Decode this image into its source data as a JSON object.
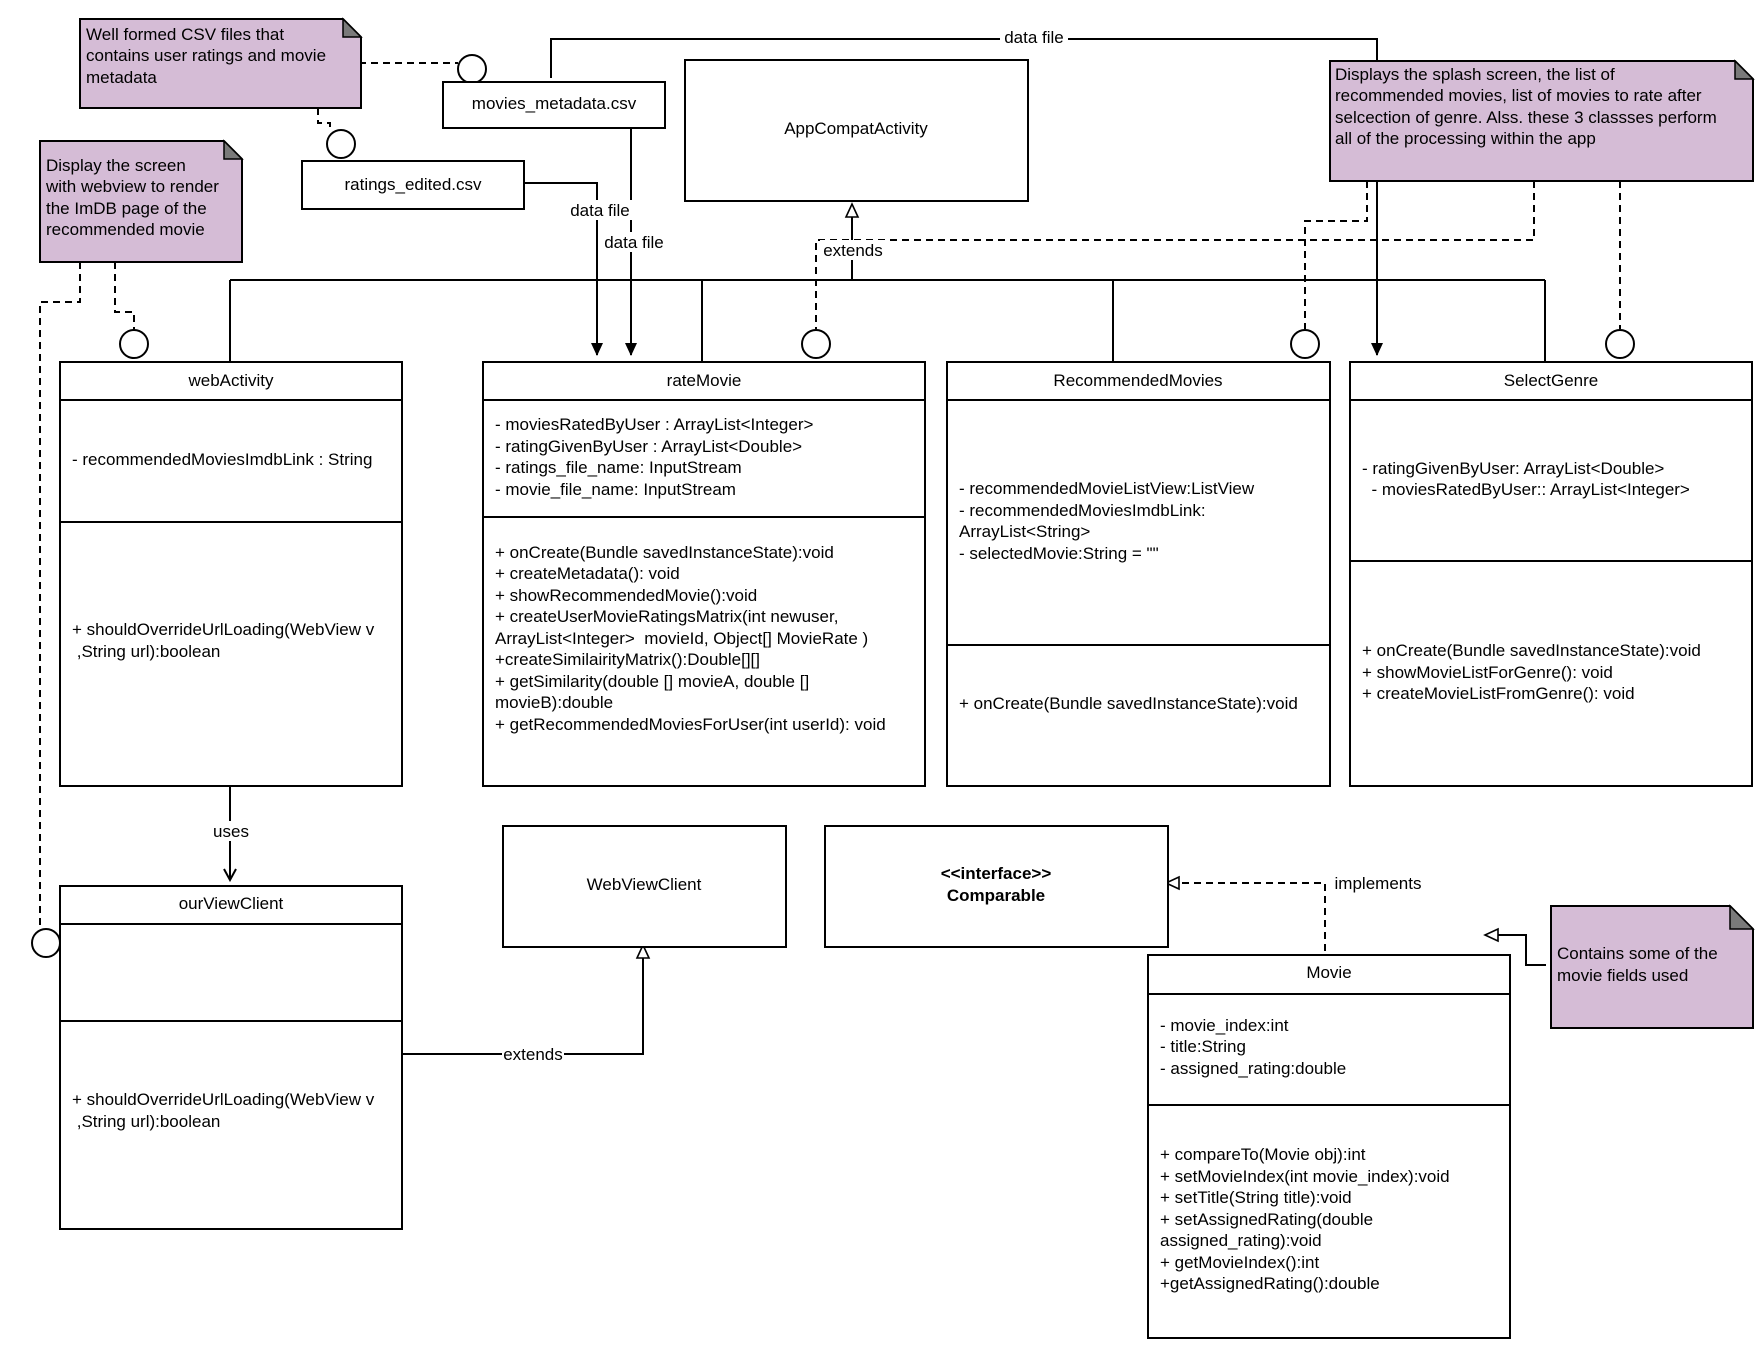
{
  "notes": {
    "csv": [
      "Well formed CSV files that",
      "contains user ratings and movie",
      "metadata"
    ],
    "web": [
      "Display the screen",
      "with webview to render",
      "the ImDB page of the",
      "recommended movie"
    ],
    "activities": [
      "Displays the splash screen, the list of",
      "recommended movies, list of movies to rate after",
      "selcection of genre. Alss. these 3 classses perform",
      "all of the processing within the app"
    ],
    "movie": [
      "Contains some of the",
      "movie fields used"
    ]
  },
  "files": {
    "metadata": "movies_metadata.csv",
    "ratings": "ratings_edited.csv"
  },
  "classes": {
    "appcompat": {
      "name": "AppCompatActivity"
    },
    "webviewclient": {
      "name": "WebViewClient"
    },
    "comparable": {
      "stereotype": "<<interface>>",
      "name": "Comparable"
    },
    "webActivity": {
      "name": "webActivity",
      "attributes": [
        "- recommendedMoviesImdbLink : String"
      ],
      "methods": [
        "+ shouldOverrideUrlLoading(WebView v",
        " ,String url):boolean"
      ]
    },
    "rateMovie": {
      "name": "rateMovie",
      "attributes": [
        "- moviesRatedByUser : ArrayList<Integer>",
        "- ratingGivenByUser : ArrayList<Double>",
        "- ratings_file_name: InputStream",
        "- movie_file_name: InputStream"
      ],
      "methods": [
        "+ onCreate(Bundle savedInstanceState):void",
        "+ createMetadata(): void",
        "+ showRecommendedMovie():void",
        "+ createUserMovieRatingsMatrix(int newuser,",
        "ArrayList<Integer>  movieId, Object[] MovieRate )",
        "+createSimilairityMatrix():Double[][]",
        "+ getSimilarity(double [] movieA, double []",
        "movieB):double",
        "+ getRecommendedMoviesForUser(int userId): void"
      ]
    },
    "recommended": {
      "name": "RecommendedMovies",
      "attributes": [
        "- recommendedMovieListView:ListView",
        "- recommendedMoviesImdbLink:",
        "ArrayList<String>",
        "- selectedMovie:String = \"\""
      ],
      "methods": [
        "+ onCreate(Bundle savedInstanceState):void"
      ]
    },
    "selectGenre": {
      "name": "SelectGenre",
      "attributes": [
        "- ratingGivenByUser: ArrayList<Double>",
        "  - moviesRatedByUser:: ArrayList<Integer>"
      ],
      "methods": [
        "+ onCreate(Bundle savedInstanceState):void",
        "+ showMovieListForGenre(): void",
        "+ createMovieListFromGenre(): void"
      ]
    },
    "ourViewClient": {
      "name": "ourViewClient",
      "attributes": [],
      "methods": [
        "+ shouldOverrideUrlLoading(WebView v",
        " ,String url):boolean"
      ]
    },
    "movie": {
      "name": "Movie",
      "attributes": [
        "- movie_index:int",
        "- title:String",
        "- assigned_rating:double"
      ],
      "methods": [
        "+ compareTo(Movie obj):int",
        "+ setMovieIndex(int movie_index):void",
        "+ setTitle(String title):void",
        "+ setAssignedRating(double",
        "assigned_rating):void",
        "+ getMovieIndex():int",
        "+getAssignedRating():double"
      ]
    }
  },
  "edges": {
    "data_file_top": "data file",
    "data_file_1": "data file",
    "data_file_2": "data file",
    "extends_app": "extends",
    "uses": "uses",
    "extends_client": "extends",
    "implements": "implements"
  },
  "colors": {
    "note_fill": "#d5bcd6",
    "note_fold": "#7a7a7a",
    "line": "#000000",
    "background": "#ffffff"
  }
}
